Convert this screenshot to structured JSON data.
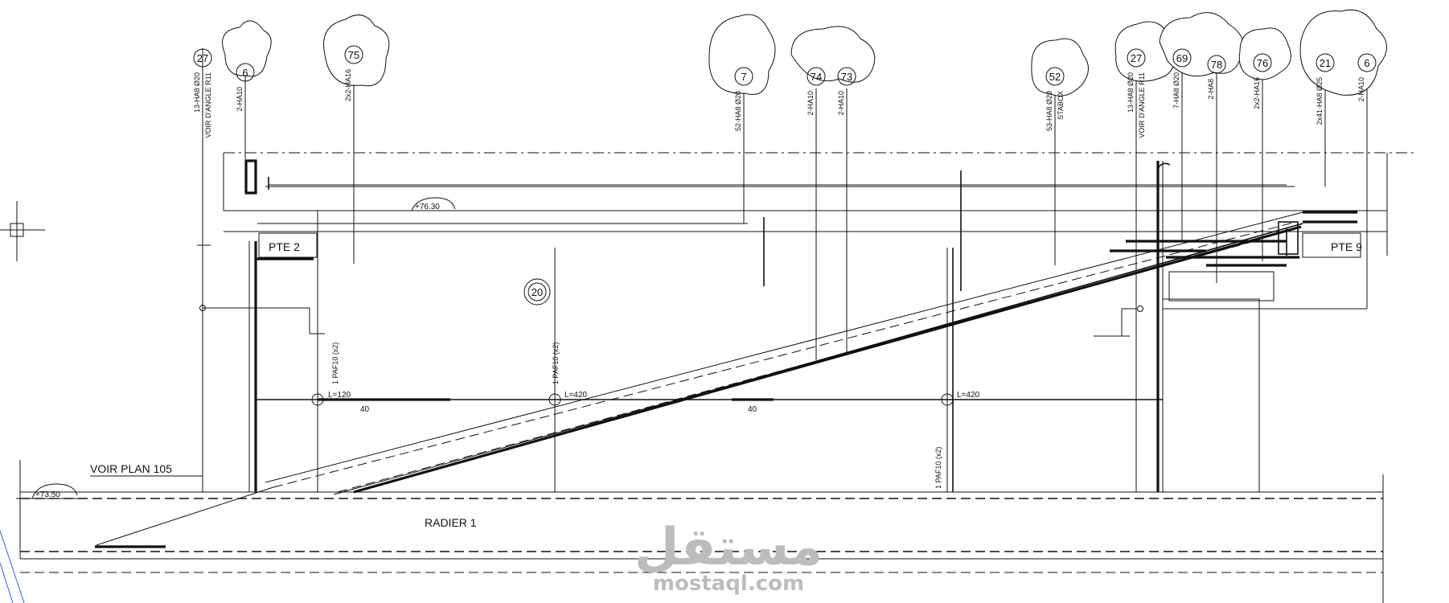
{
  "labels": {
    "pte2": "PTE 2",
    "pte9": "PTE 9",
    "radier": "RADIER 1",
    "voir_plan": "VOIR PLAN 105",
    "level_top": "+76.30",
    "level_bottom": "+73.50",
    "length_1": "L=120",
    "length_2": "L=420",
    "length_3": "L=420",
    "lap_1": "40",
    "lap_2": "40",
    "bar_20": "20",
    "v_note_1": "1 PAF10 (x2)",
    "v_note_2": "1 PAF10 (x2)",
    "v_note_3": "1 PAF10 (x2)"
  },
  "markers": [
    {
      "num": "27",
      "text": "13-HA8 Ø20",
      "text2": "VOIR D'ANGLE R11"
    },
    {
      "num": "6",
      "text": "2-HA10"
    },
    {
      "num": "75",
      "text": "2x2-HA16"
    },
    {
      "num": "7",
      "text": "52-HA8 Ø20"
    },
    {
      "num": "74",
      "text": "2-HA10"
    },
    {
      "num": "73",
      "text": "2-HA10"
    },
    {
      "num": "52",
      "text": "53-HA8 Ø20",
      "text2": "STABOX"
    },
    {
      "num": "27",
      "text": "13-HA8 Ø20",
      "text2": "VOIR D'ANGLE R11"
    },
    {
      "num": "69",
      "text": "7-HA8 Ø20"
    },
    {
      "num": "78",
      "text": "2-HA8"
    },
    {
      "num": "76",
      "text": "2x2-HA16"
    },
    {
      "num": "21",
      "text": "2x41-HA8 Ø25"
    },
    {
      "num": "6",
      "text": "2-HA10"
    }
  ],
  "watermark": {
    "arabic": "مستقل",
    "latin": "mostaql.com"
  }
}
